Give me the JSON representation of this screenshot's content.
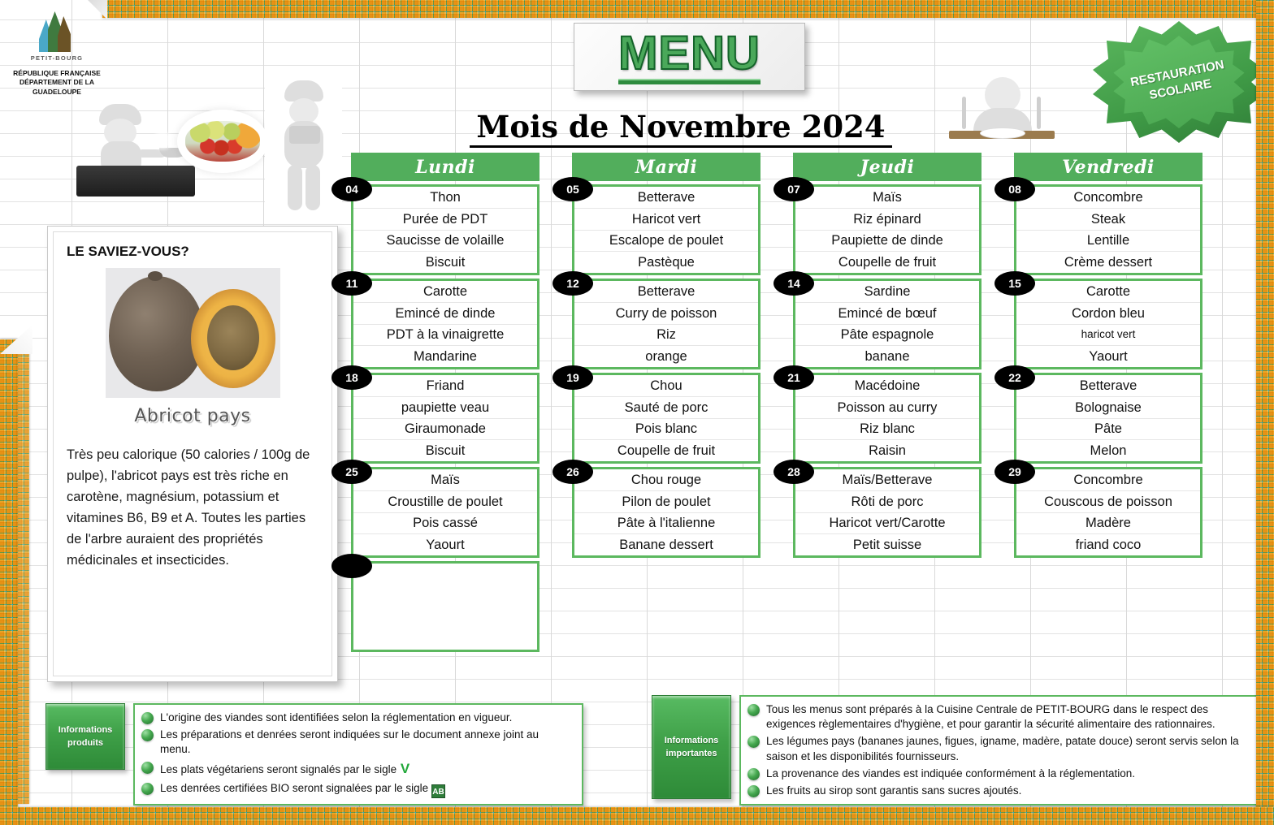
{
  "header": {
    "logo_name": "PETIT-BOURG",
    "republic_line1": "RÉPUBLIQUE FRANÇAISE",
    "republic_line2": "DÉPARTEMENT DE LA GUADELOUPE",
    "menu_word": "MENU",
    "month_title": "Mois de Novembre 2024",
    "badge_line1": "RESTAURATION",
    "badge_line2": "SCOLAIRE"
  },
  "did_you_know": {
    "title": "LE SAVIEZ-VOUS?",
    "photo_caption": "Abricot pays",
    "body": "Très peu calorique (50 calories / 100g de pulpe), l'abricot pays est très riche en carotène, magnésium, potassium et vitamines B6, B9 et A. Toutes les parties de l'arbre auraient des propriétés médicinales et insecticides."
  },
  "menu": {
    "days": [
      "Lundi",
      "Mardi",
      "Jeudi",
      "Vendredi"
    ],
    "weeks": [
      {
        "cells": [
          {
            "date": "04",
            "dishes": [
              "Thon",
              "Purée de PDT",
              "Saucisse de volaille",
              "Biscuit"
            ]
          },
          {
            "date": "05",
            "dishes": [
              "Betterave",
              "Haricot vert",
              "Escalope de poulet",
              "Pastèque"
            ]
          },
          {
            "date": "07",
            "dishes": [
              "Maïs",
              "Riz épinard",
              "Paupiette de dinde",
              "Coupelle de fruit"
            ]
          },
          {
            "date": "08",
            "dishes": [
              "Concombre",
              "Steak",
              "Lentille",
              "Crème dessert"
            ]
          }
        ]
      },
      {
        "cells": [
          {
            "date": "11",
            "dishes": [
              "Carotte",
              "Emincé de dinde",
              "PDT à la vinaigrette",
              "Mandarine"
            ]
          },
          {
            "date": "12",
            "dishes": [
              "Betterave",
              "Curry de poisson",
              "Riz",
              "orange"
            ]
          },
          {
            "date": "14",
            "dishes": [
              "Sardine",
              "Emincé de bœuf",
              "Pâte espagnole",
              "banane"
            ]
          },
          {
            "date": "15",
            "dishes": [
              "Carotte",
              "Cordon bleu",
              "haricot vert",
              "Yaourt"
            ],
            "small_index": 2
          }
        ]
      },
      {
        "cells": [
          {
            "date": "18",
            "dishes": [
              "Friand",
              "paupiette veau",
              "Giraumonade",
              "Biscuit"
            ]
          },
          {
            "date": "19",
            "dishes": [
              "Chou",
              "Sauté de porc",
              "Pois blanc",
              "Coupelle de fruit"
            ]
          },
          {
            "date": "21",
            "dishes": [
              "Macédoine",
              "Poisson au curry",
              "Riz blanc",
              "Raisin"
            ]
          },
          {
            "date": "22",
            "dishes": [
              "Betterave",
              "Bolognaise",
              "Pâte",
              "Melon"
            ]
          }
        ]
      },
      {
        "cells": [
          {
            "date": "25",
            "dishes": [
              "Maïs",
              "Croustille de poulet",
              "Pois cassé",
              "Yaourt"
            ]
          },
          {
            "date": "26",
            "dishes": [
              "Chou rouge",
              "Pilon de poulet",
              "Pâte à l'italienne",
              "Banane dessert"
            ]
          },
          {
            "date": "28",
            "dishes": [
              "Maïs/Betterave",
              "Rôti de porc",
              "Haricot vert/Carotte",
              "Petit suisse"
            ]
          },
          {
            "date": "29",
            "dishes": [
              "Concombre",
              "Couscous de poisson",
              "Madère",
              "friand coco"
            ]
          }
        ]
      }
    ],
    "trailing_empty_cell": {
      "date": "",
      "dishes": [
        "",
        "",
        "",
        ""
      ]
    }
  },
  "footer": {
    "products": {
      "tab_line1": "Informations",
      "tab_line2": "produits",
      "bullets": [
        "L'origine des viandes sont identifiées selon la réglementation en vigueur.",
        "Les préparations et denrées seront indiquées sur le document annexe joint au menu.",
        "Les plats végétariens seront signalés par le sigle",
        "Les denrées certifiées BIO seront signalées par le sigle"
      ],
      "veg_sign": "V",
      "bio_sign": "AB"
    },
    "important": {
      "tab_line1": "Informations",
      "tab_line2": "importantes",
      "bullets": [
        "Tous les menus sont préparés à la Cuisine Centrale de PETIT-BOURG dans le respect des exigences règlementaires d'hygiène, et pour garantir la sécurité alimentaire des rationnaires.",
        "Les légumes pays  (bananes jaunes, figues, igname, madère, patate douce) seront servis selon la saison  et les disponibilités fournisseurs.",
        "La provenance des viandes est indiquée  conformément à la réglementation.",
        "Les fruits au sirop sont garantis sans sucres ajoutés."
      ]
    }
  },
  "colors": {
    "green_header": "#52ae5c",
    "green_border": "#5cb85f",
    "badge_black": "#000000",
    "ribbon_yellow": "#f2c14a",
    "ribbon_blue": "#6cc6e8"
  }
}
